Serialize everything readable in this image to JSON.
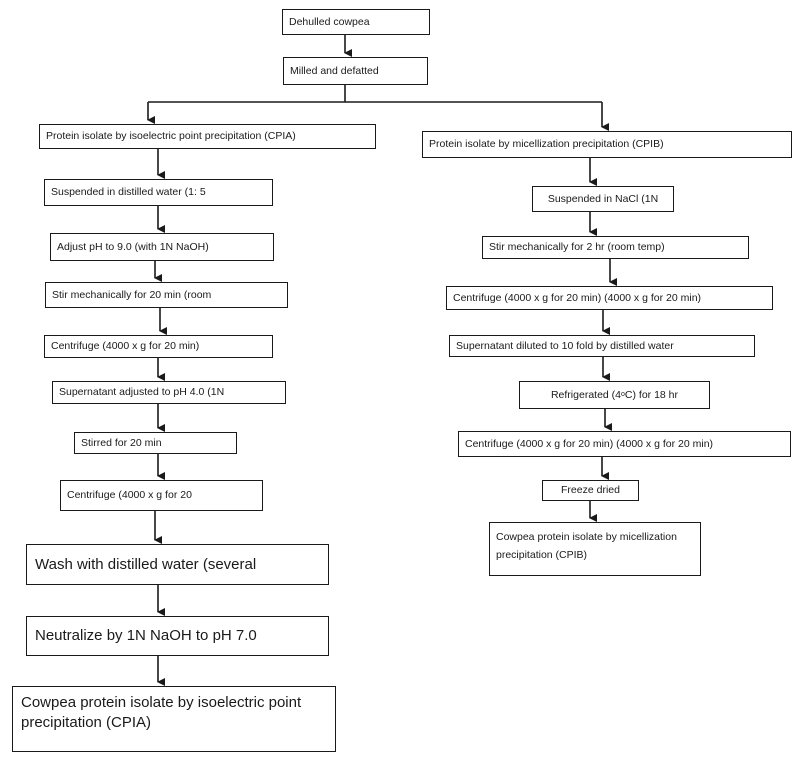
{
  "diagram": {
    "top": {
      "dehulled": "Dehulled cowpea",
      "milled": "Milled and defatted"
    },
    "left_branch": {
      "header": "Protein isolate by isoelectric point precipitation (CPIA)",
      "steps": [
        "Suspended in distilled water (1: 5",
        "Adjust pH to 9.0 (with 1N NaOH)",
        "Stir mechanically for 20 min (room",
        "Centrifuge (4000 x g for 20 min)",
        "Supernatant adjusted to pH 4.0 (1N",
        "Stirred for 20 min",
        "Centrifuge (4000 x g for 20",
        "Wash with distilled water (several",
        "Neutralize by 1N NaOH to pH 7.0"
      ],
      "result": "Cowpea protein isolate by isoelectric point precipitation (CPIA)"
    },
    "right_branch": {
      "header": "Protein isolate by micellization precipitation (CPIB)",
      "steps": [
        "Suspended in NaCl (1N",
        "Stir mechanically for 2 hr (room temp)",
        "Centrifuge (4000 x g for 20 min) (4000 x g for 20 min)",
        "Supernatant diluted to 10 fold by distilled water",
        "Centrifuge (4000 x g for 20 min) (4000 x g for 20 min)",
        "Freeze dried"
      ],
      "refrigerated": {
        "before": "Refrigerated (4",
        "sup": "o",
        "after": "C) for 18 hr"
      },
      "result": "Cowpea protein isolate by micellization precipitation (CPIB)"
    }
  },
  "colors": {
    "line": "#1a1a1a",
    "box_border": "#1a1a1a",
    "background": "#ffffff"
  }
}
